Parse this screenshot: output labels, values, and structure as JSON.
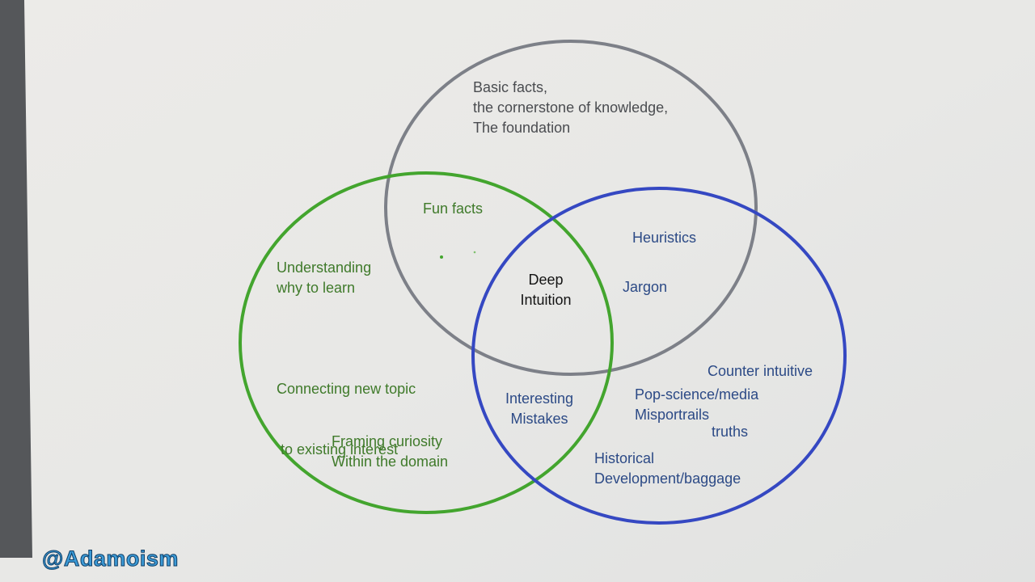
{
  "circles": {
    "knowledge": {
      "color": "#7d8088",
      "lines": [
        "Basic facts,",
        "the cornerstone of knowledge,",
        "The foundation"
      ]
    },
    "curiosity": {
      "color": "#43a52e",
      "lines": [
        "Understanding",
        "why to learn",
        "Connecting new topic",
        " to existing interest",
        "Framing curiosity",
        "Within the domain"
      ]
    },
    "nuance": {
      "color": "#3548c2",
      "lines": [
        "Counter intuitive",
        " truths",
        "Pop-science/media",
        "Misportrails",
        "Historical",
        "Development/baggage"
      ]
    }
  },
  "overlaps": {
    "knowledge_curiosity": "Fun facts",
    "knowledge_nuance": [
      "Heuristics",
      "Jargon"
    ],
    "curiosity_nuance": [
      "Interesting",
      "Mistakes"
    ],
    "center": [
      "Deep",
      "Intuition"
    ]
  },
  "watermark": "@Adamoism"
}
